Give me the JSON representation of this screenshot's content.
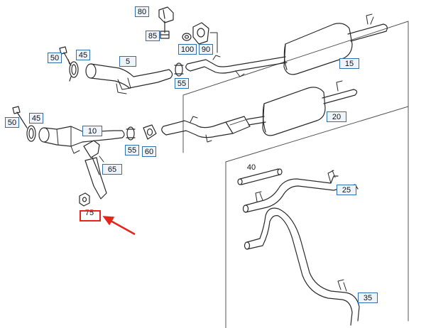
{
  "diagram": {
    "callouts": [
      {
        "id": "c80",
        "label": "80"
      },
      {
        "id": "c85",
        "label": "85"
      },
      {
        "id": "c100",
        "label": "100"
      },
      {
        "id": "c90",
        "label": "90"
      },
      {
        "id": "c50a",
        "label": "50"
      },
      {
        "id": "c45a",
        "label": "45"
      },
      {
        "id": "c5",
        "label": "5"
      },
      {
        "id": "c55a",
        "label": "55"
      },
      {
        "id": "c15",
        "label": "15"
      },
      {
        "id": "c50b",
        "label": "50"
      },
      {
        "id": "c45b",
        "label": "45"
      },
      {
        "id": "c10",
        "label": "10"
      },
      {
        "id": "c55b",
        "label": "55"
      },
      {
        "id": "c60",
        "label": "60"
      },
      {
        "id": "c20",
        "label": "20"
      },
      {
        "id": "c65",
        "label": "65"
      },
      {
        "id": "c75",
        "label": "75"
      },
      {
        "id": "c40",
        "label": "40"
      },
      {
        "id": "c25",
        "label": "25"
      },
      {
        "id": "c35",
        "label": "35"
      }
    ],
    "highlight": {
      "target": "75",
      "color": "#e8231b"
    },
    "colors": {
      "line": "#2a2a2a",
      "callout_border": "#2f6fb0",
      "callout_fill": "#eef4fa",
      "highlight": "#e8231b"
    }
  }
}
